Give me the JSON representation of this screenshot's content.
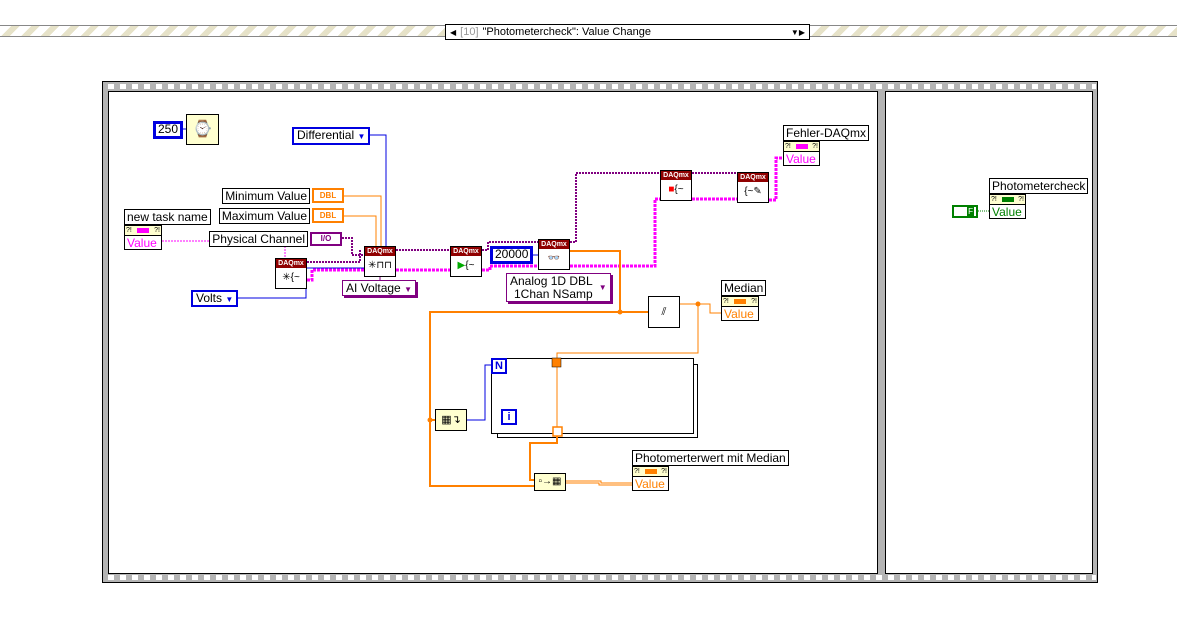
{
  "event_structure": {
    "case_index": "[10]",
    "case_label": "\"Photometercheck\": Value Change"
  },
  "frame1": {
    "wait_ms": "250",
    "terminal_config": "Differential",
    "min_value_label": "Minimum Value",
    "max_value_label": "Maximum Value",
    "dbl_tag": "DBL",
    "io_tag": "I/O",
    "task_name_label": "new task name",
    "value_label": "Value",
    "physical_channel_label": "Physical Channel",
    "units": "Volts",
    "channel_type": "AI Voltage",
    "samples": "20000",
    "read_mode_line1": "Analog 1D DBL",
    "read_mode_line2": "1Chan NSamp",
    "daqmx_tag": "DAQmx",
    "error_label": "Fehler-DAQmx",
    "median_label": "Median",
    "loop_count": "N",
    "loop_index": "i",
    "result_label": "Photomerterwert mit Median"
  },
  "frame2": {
    "indicator_label": "Photometercheck",
    "value_label": "Value",
    "bool_const": "F"
  },
  "colors": {
    "numeric_wire": "#ff8000",
    "error_wire": "#ff00ff",
    "task_wire": "#800080",
    "enum_wire": "#0000e0",
    "bool_wire": "#008000"
  }
}
